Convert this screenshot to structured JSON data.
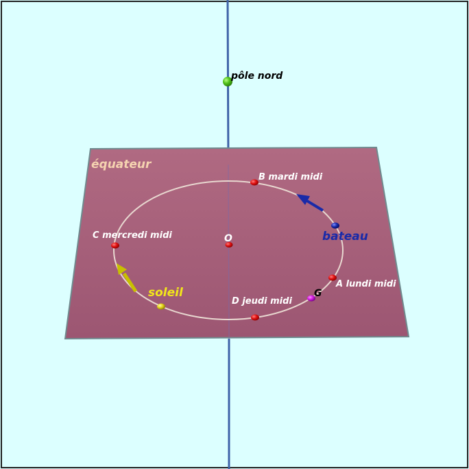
{
  "scene": {
    "colors": {
      "background": "#dcffff",
      "plane": "#a8607a",
      "plane_edge": "#6f8a8e",
      "axis": "#3f63a8",
      "circle": "#e8d8d0",
      "red_point": "#e01010",
      "north_pole": "#4fc01a",
      "sun": "#e3d21a",
      "boat": "#1a2aa8",
      "g_point": "#d01ae0"
    },
    "labels": {
      "north_pole": "pôle nord",
      "equator": "équateur",
      "point_b": "B mardi midi",
      "point_c": "C mercredi midi",
      "origin": "O",
      "boat": "bateau",
      "point_a": "A lundi midi",
      "point_g": "G",
      "sun": "soleil",
      "point_d": "D jeudi midi"
    }
  }
}
